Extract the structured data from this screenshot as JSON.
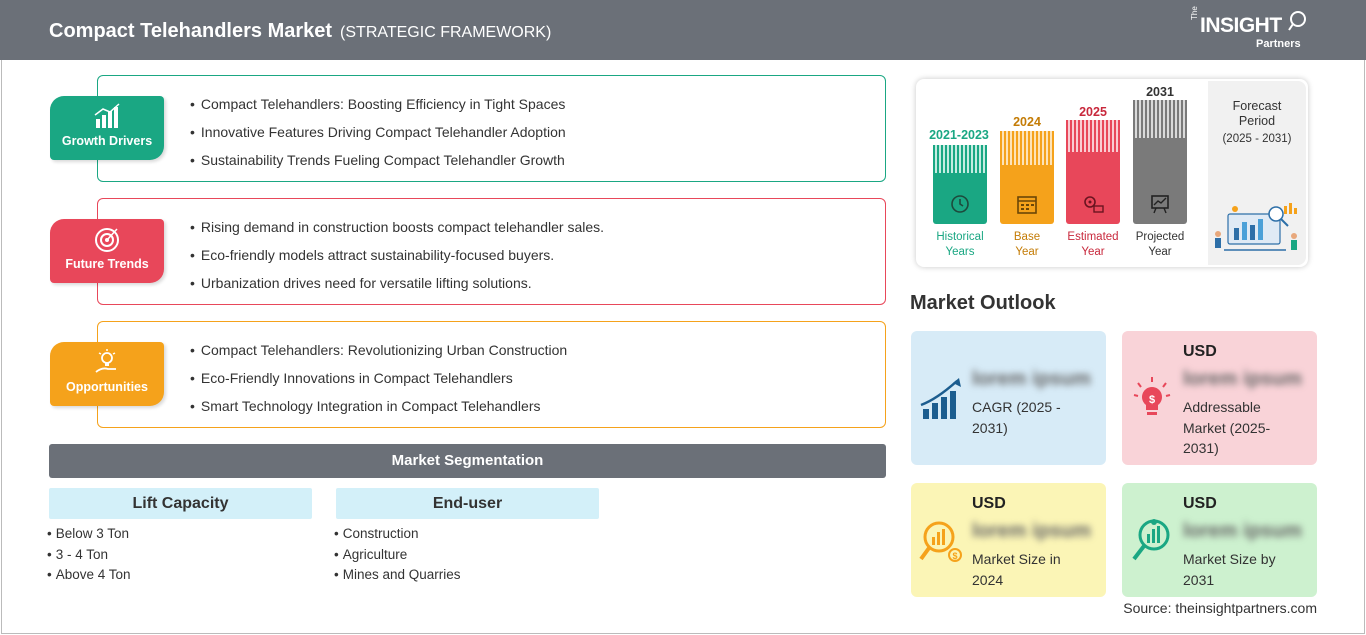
{
  "header": {
    "title": "Compact Telehandlers Market",
    "subtitle": "(STRATEGIC FRAMEWORK)",
    "logo_the": "The",
    "logo_insight": "INSIGHT",
    "logo_partners": "Partners"
  },
  "framework": [
    {
      "label": "Growth Drivers",
      "color": "#1aa783",
      "icon": "bar-chart-growth-icon",
      "items": [
        "Compact Telehandlers: Boosting Efficiency in Tight Spaces",
        "Innovative Features Driving Compact Telehandler Adoption",
        "Sustainability Trends Fueling Compact Telehandler Growth"
      ]
    },
    {
      "label": "Future Trends",
      "color": "#e8475a",
      "icon": "target-icon",
      "items": [
        "Rising demand in construction boosts compact telehandler sales.",
        "Eco-friendly models attract sustainability-focused buyers.",
        "Urbanization drives need for versatile lifting solutions."
      ]
    },
    {
      "label": "Opportunities",
      "color": "#f5a21b",
      "icon": "lightbulb-hand-icon",
      "items": [
        "Compact Telehandlers: Revolutionizing Urban Construction",
        "Eco-Friendly Innovations in Compact Telehandlers",
        "Smart Technology Integration in Compact Telehandlers"
      ]
    }
  ],
  "segmentation": {
    "title": "Market Segmentation",
    "columns": [
      {
        "header": "Lift Capacity",
        "items": [
          "Below 3 Ton",
          "3 - 4 Ton",
          "Above 4 Ton"
        ]
      },
      {
        "header": "End-user",
        "items": [
          "Construction",
          "Agriculture",
          "Mines and Quarries"
        ]
      }
    ]
  },
  "timeline": {
    "bars": [
      {
        "year": "2021-2023",
        "label_line1": "Historical",
        "label_line2": "Years",
        "color": "#1aa783",
        "icon": "history-clock-icon"
      },
      {
        "year": "2024",
        "label_line1": "Base",
        "label_line2": "Year",
        "color": "#f5a21b",
        "icon": "calendar-icon"
      },
      {
        "year": "2025",
        "label_line1": "Estimated",
        "label_line2": "Year",
        "color": "#e8475a",
        "icon": "estimate-gears-icon"
      },
      {
        "year": "2031",
        "label_line1": "Projected",
        "label_line2": "Year",
        "color": "#7a7a7a",
        "icon": "projection-board-icon"
      }
    ],
    "forecast_title_1": "Forecast",
    "forecast_title_2": "Period",
    "forecast_period": "(2025 - 2031)"
  },
  "outlook": {
    "title": "Market Outlook",
    "cards": [
      {
        "usd": "",
        "value": "lorem ipsum",
        "desc": "CAGR (2025 - 2031)",
        "bg": "#d7ebf7",
        "icon": "growth-chart-icon",
        "icon_color": "#1c5d8f"
      },
      {
        "usd": "USD",
        "value": "lorem ipsum",
        "desc": "Addressable Market (2025-2031)",
        "bg": "#f9d3d8",
        "icon": "idea-dollar-bulb-icon",
        "icon_color": "#e8475a"
      },
      {
        "usd": "USD",
        "value": "lorem ipsum",
        "desc": "Market Size in 2024",
        "bg": "#fbf5b6",
        "icon": "magnifier-chart-icon",
        "icon_color": "#f5a21b"
      },
      {
        "usd": "USD",
        "value": "lorem ipsum",
        "desc": "Market Size by 2031",
        "bg": "#cdf1cf",
        "icon": "magnifier-dollar-icon",
        "icon_color": "#1aa783"
      }
    ]
  },
  "source": "Source: theinsightpartners.com"
}
